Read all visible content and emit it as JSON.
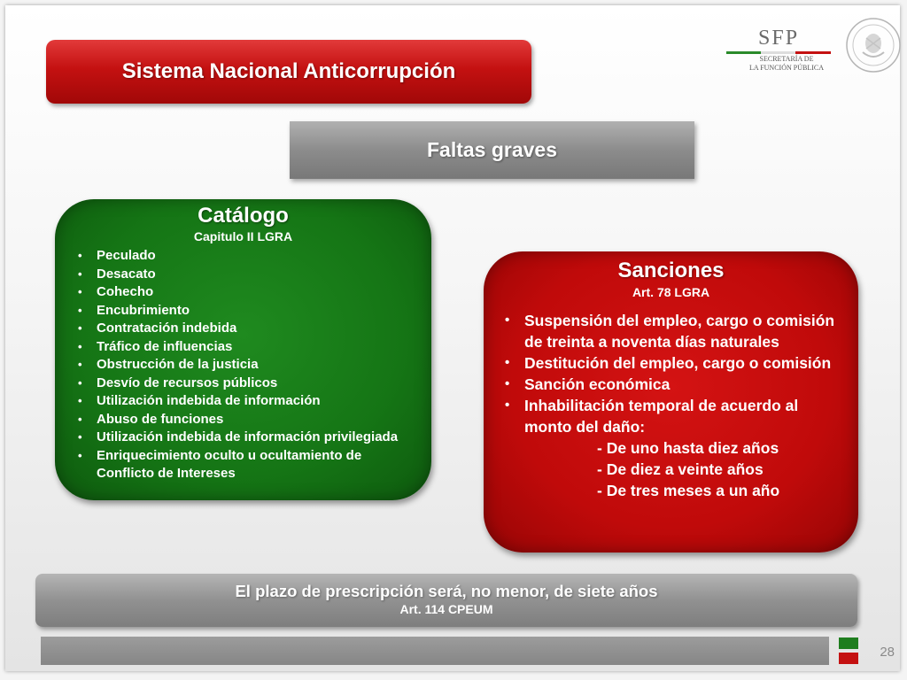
{
  "title": "Sistema Nacional Anticorrupción",
  "logo": {
    "name": "SFP",
    "subtitle_line1": "SECRETARÍA DE",
    "subtitle_line2": "LA FUNCIÓN PÚBLICA"
  },
  "faltas_label": "Faltas graves",
  "catalogo": {
    "heading": "Catálogo",
    "subheading": "Capitulo II LGRA",
    "items": [
      "Peculado",
      "Desacato",
      "Cohecho",
      "Encubrimiento",
      "Contratación indebida",
      "Tráfico de influencias",
      "Obstrucción de la justicia",
      "Desvío de recursos públicos",
      "Utilización indebida de información",
      "Abuso de funciones",
      "Utilización indebida de información privilegiada",
      "Enriquecimiento oculto u ocultamiento de Conflicto de Intereses"
    ]
  },
  "sanciones": {
    "heading": "Sanciones",
    "subheading": "Art. 78 LGRA",
    "items": [
      "Suspensión del empleo, cargo o comisión de treinta a noventa días naturales",
      "Destitución del empleo, cargo o comisión",
      "Sanción económica",
      "Inhabilitación temporal de acuerdo al monto del daño:"
    ],
    "sublines": [
      "- De uno hasta diez años",
      "- De diez a veinte años",
      "- De tres meses a un año"
    ]
  },
  "plazo": {
    "text": "El plazo de prescripción será, no menor, de siete años",
    "reference": "Art. 114 CPEUM"
  },
  "page_number": "28",
  "colors": {
    "green": "#157515",
    "red": "#c00a0a",
    "gray": "#8c8c8c"
  }
}
